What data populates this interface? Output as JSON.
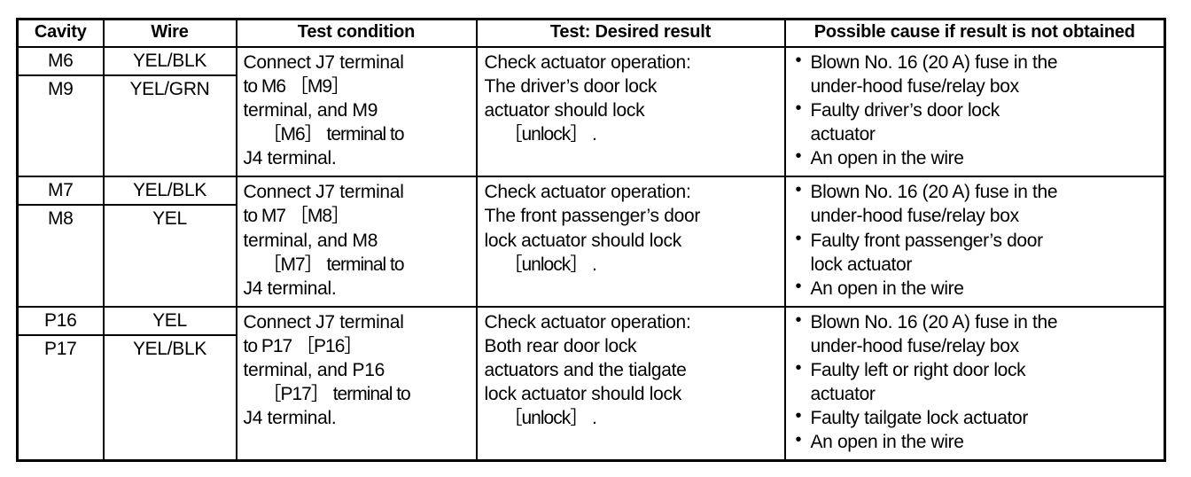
{
  "table": {
    "headers": [
      "Cavity",
      "Wire",
      "Test condition",
      "Test: Desired result",
      "Possible cause if result is not obtained"
    ],
    "rows": [
      {
        "cavity_top": "M6",
        "cavity_bottom": "M9",
        "wire_top": "YEL/BLK",
        "wire_bottom": "YEL/GRN",
        "condition_lines": [
          "Connect J7 terminal",
          "to M6  ［M9］",
          "terminal, and M9",
          "［M6］  terminal to",
          "J4 terminal."
        ],
        "result_lines": [
          "Check actuator operation:",
          "The driver’s door lock",
          "actuator should lock",
          "［unlock］ ."
        ],
        "causes": [
          [
            "Blown No. 16 (20 A) fuse in the",
            "under-hood fuse/relay box"
          ],
          [
            "Faulty driver’s door lock",
            "actuator"
          ],
          [
            "An open in the wire"
          ]
        ]
      },
      {
        "cavity_top": "M7",
        "cavity_bottom": "M8",
        "wire_top": "YEL/BLK",
        "wire_bottom": "YEL",
        "condition_lines": [
          "Connect J7 terminal",
          "to M7  ［M8］",
          "terminal, and M8",
          "［M7］  terminal to",
          "J4 terminal."
        ],
        "result_lines": [
          "Check actuator operation:",
          "The front passenger’s door",
          "lock actuator should lock",
          "［unlock］ ."
        ],
        "causes": [
          [
            "Blown No. 16 (20 A) fuse in the",
            "under-hood fuse/relay box"
          ],
          [
            "Faulty front passenger’s door",
            "lock actuator"
          ],
          [
            "An open in the wire"
          ]
        ]
      },
      {
        "cavity_top": "P16",
        "cavity_bottom": "P17",
        "wire_top": "YEL",
        "wire_bottom": "YEL/BLK",
        "condition_lines": [
          "Connect J7 terminal",
          "to P17  ［P16］",
          "terminal, and P16",
          "［P17］  terminal to",
          "J4 terminal."
        ],
        "result_lines": [
          "Check actuator operation:",
          "Both rear door lock",
          "actuators and the tialgate",
          "lock actuator should lock",
          "［unlock］ ."
        ],
        "causes": [
          [
            "Blown No. 16 (20 A) fuse in the",
            "under-hood fuse/relay box"
          ],
          [
            "Faulty left or right door lock",
            "actuator"
          ],
          [
            "Faulty tailgate lock actuator"
          ],
          [
            "An open in the wire"
          ]
        ]
      }
    ],
    "bullet_glyph": "•"
  },
  "colors": {
    "ink": "#000000",
    "paper": "#ffffff"
  }
}
